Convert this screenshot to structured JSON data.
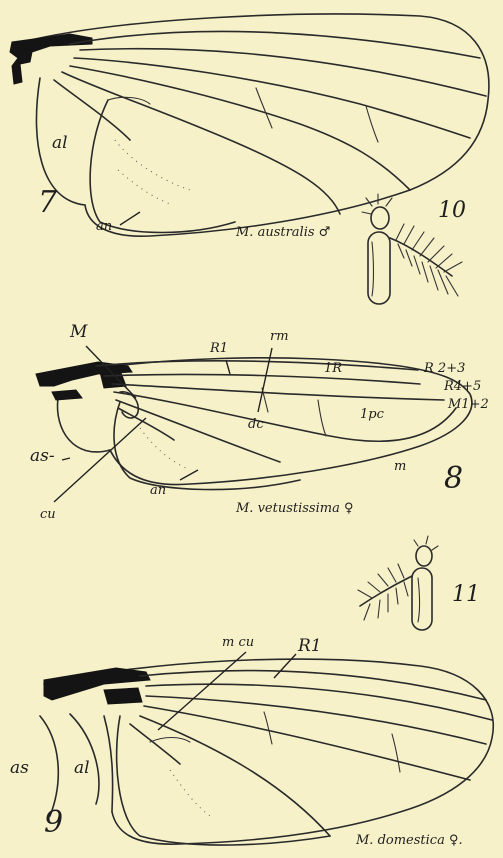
{
  "figures": [
    {
      "number": "7",
      "species": "M. australis ♂",
      "labels": {
        "al": "al",
        "an": "an"
      }
    },
    {
      "number": "8",
      "species": "M. vetustissima ♀",
      "labels": {
        "M": "M",
        "R1": "R1",
        "rm": "rm",
        "1R": "1R",
        "R2_3": "R 2+3",
        "R4_5": "R4+5",
        "M1_2": "M1+2",
        "1pc": "1pc",
        "dc": "dc",
        "m": "m",
        "as": "as-",
        "cu": "cu",
        "an": "an"
      }
    },
    {
      "number": "9",
      "species": "M. domestica ♀.",
      "labels": {
        "mcu": "m cu",
        "R1": "R1",
        "as": "as",
        "al": "al"
      }
    },
    {
      "number": "10"
    },
    {
      "number": "11"
    }
  ]
}
